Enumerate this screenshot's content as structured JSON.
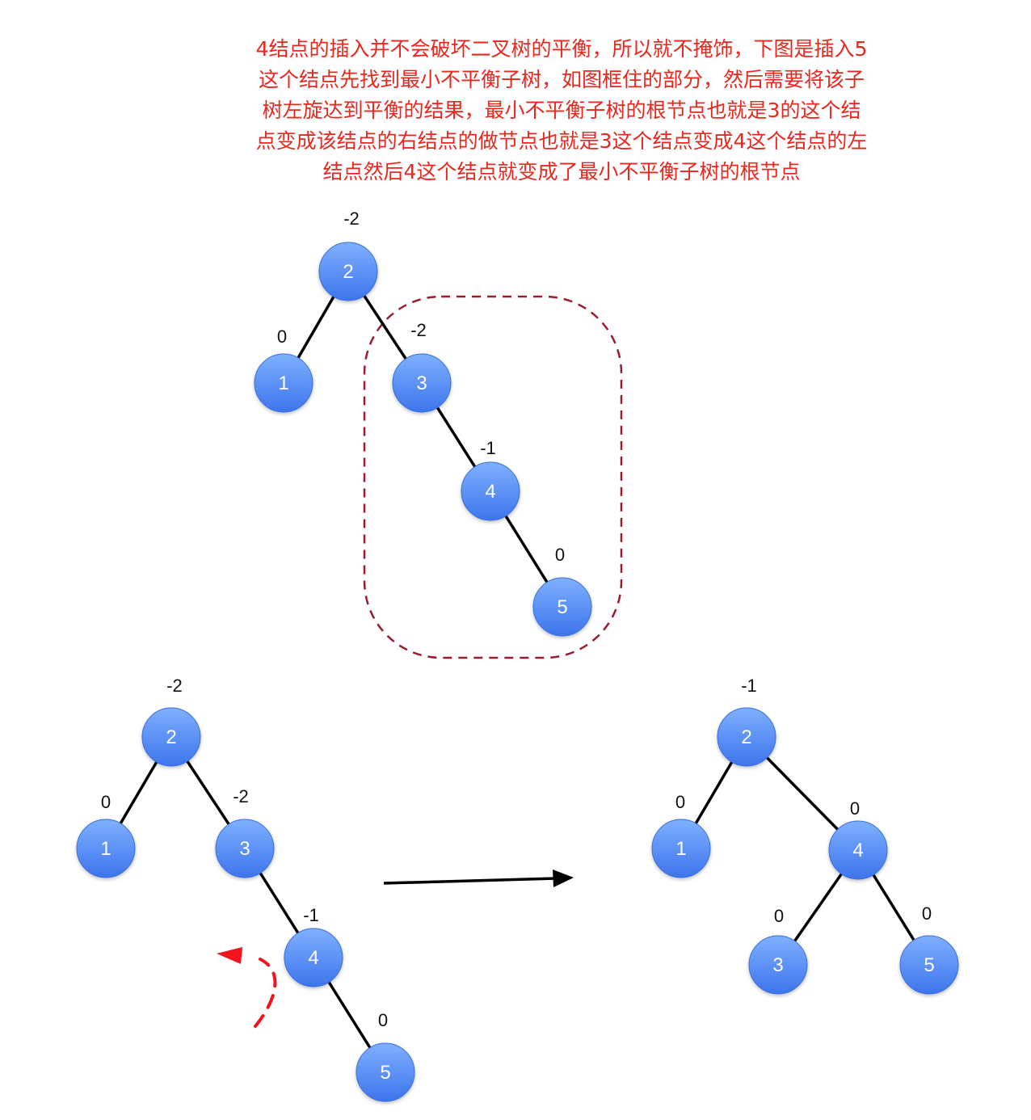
{
  "caption": {
    "lines": [
      "4结点的插入并不会破坏二叉树的平衡，所以就不掩饰，下图是插入5",
      "这个结点先找到最小不平衡子树，如图框住的部分，然后需要将该子",
      "树左旋达到平衡的结果，最小不平衡子树的根节点也就是3的这个结",
      "点变成该结点的右结点的做节点也就是3这个结点变成4这个结点的左",
      "结点然后4这个结点就变成了最小不平衡子树的根节点"
    ]
  },
  "colors": {
    "caption": "#e8281e",
    "node_fill_top": "#7fb0ff",
    "node_fill_bottom": "#3d74ec",
    "edge": "#000000",
    "box": "#9b1b30",
    "rotation_arrow": "#f0141e"
  },
  "trees": [
    {
      "id": "top",
      "nodes": [
        {
          "id": "n2",
          "label": "2",
          "bf": "-2"
        },
        {
          "id": "n1",
          "label": "1",
          "bf": "0"
        },
        {
          "id": "n3",
          "label": "3",
          "bf": "-2"
        },
        {
          "id": "n4",
          "label": "4",
          "bf": "-1"
        },
        {
          "id": "n5",
          "label": "5",
          "bf": "0"
        }
      ],
      "edges": [
        [
          "n2",
          "n1"
        ],
        [
          "n2",
          "n3"
        ],
        [
          "n3",
          "n4"
        ],
        [
          "n4",
          "n5"
        ]
      ],
      "highlight": "min-unbalanced-subtree"
    },
    {
      "id": "before",
      "nodes": [
        {
          "id": "n2",
          "label": "2",
          "bf": "-2"
        },
        {
          "id": "n1",
          "label": "1",
          "bf": "0"
        },
        {
          "id": "n3",
          "label": "3",
          "bf": "-2"
        },
        {
          "id": "n4",
          "label": "4",
          "bf": "-1"
        },
        {
          "id": "n5",
          "label": "5",
          "bf": "0"
        }
      ],
      "edges": [
        [
          "n2",
          "n1"
        ],
        [
          "n2",
          "n3"
        ],
        [
          "n3",
          "n4"
        ],
        [
          "n4",
          "n5"
        ]
      ],
      "rotation": "left"
    },
    {
      "id": "after",
      "nodes": [
        {
          "id": "n2",
          "label": "2",
          "bf": "-1"
        },
        {
          "id": "n1",
          "label": "1",
          "bf": "0"
        },
        {
          "id": "n4",
          "label": "4",
          "bf": "0"
        },
        {
          "id": "n3",
          "label": "3",
          "bf": "0"
        },
        {
          "id": "n5",
          "label": "5",
          "bf": "0"
        }
      ],
      "edges": [
        [
          "n2",
          "n1"
        ],
        [
          "n2",
          "n4"
        ],
        [
          "n4",
          "n3"
        ],
        [
          "n4",
          "n5"
        ]
      ]
    }
  ],
  "transition_arrow": "before-to-after"
}
